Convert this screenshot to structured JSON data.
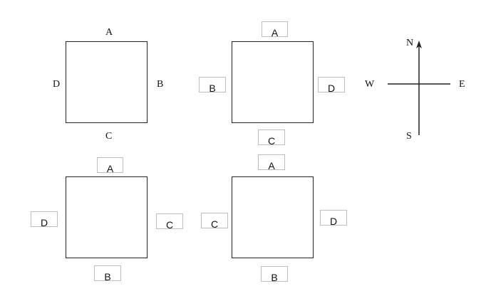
{
  "squares": [
    {
      "id": "top-left",
      "top": "A",
      "right": "B",
      "bottom": "C",
      "left": "D"
    },
    {
      "id": "top-middle",
      "top": "A",
      "right": "D",
      "bottom": "C",
      "left": "B"
    },
    {
      "id": "bottom-left",
      "top": "A",
      "right": "C",
      "bottom": "B",
      "left": "D"
    },
    {
      "id": "bottom-middle",
      "top": "A",
      "right": "D",
      "bottom": "B",
      "left": "C"
    }
  ],
  "compass": {
    "north": "N",
    "east": "E",
    "south": "S",
    "west": "W"
  },
  "colors": {
    "line": "#222222",
    "box_border": "#bdbdbd"
  }
}
